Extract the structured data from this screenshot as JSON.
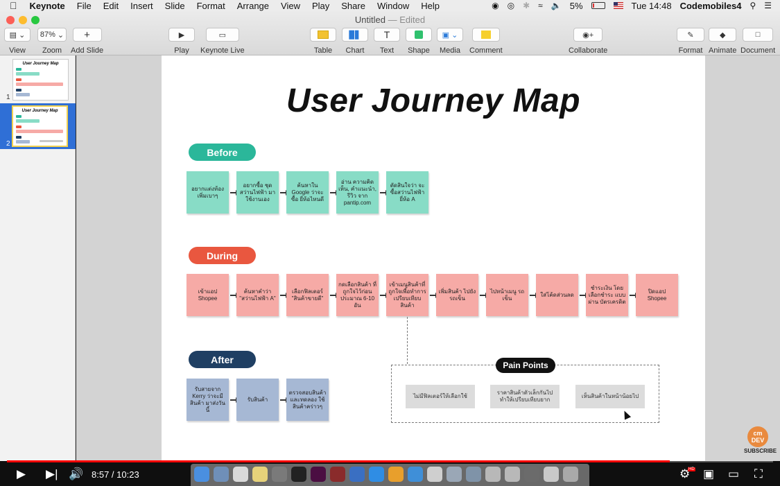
{
  "menubar": {
    "app": "Keynote",
    "items": [
      "File",
      "Edit",
      "Insert",
      "Slide",
      "Format",
      "Arrange",
      "View",
      "Play",
      "Share",
      "Window",
      "Help"
    ],
    "battery": "5%",
    "clock": "Tue 14:48",
    "user": "Codemobiles4"
  },
  "window": {
    "title": "Untitled",
    "status": "— Edited"
  },
  "toolbar": {
    "view": "View",
    "zoom_value": "87%",
    "zoom": "Zoom",
    "add_slide": "Add Slide",
    "play": "Play",
    "keynote_live": "Keynote Live",
    "table": "Table",
    "chart": "Chart",
    "text": "Text",
    "shape": "Shape",
    "media": "Media",
    "comment": "Comment",
    "collaborate": "Collaborate",
    "format": "Format",
    "animate": "Animate",
    "document": "Document"
  },
  "sidebar": {
    "slides": [
      {
        "num": "1",
        "title": "User Journey Map"
      },
      {
        "num": "2",
        "title": "User Journey Map"
      }
    ]
  },
  "slide": {
    "title": "User Journey Map",
    "before": {
      "label": "Before",
      "steps": [
        "อยากแต่งห้อง เพิ่มเบาๆ",
        "อยากซื้อ ชุดสว่านไฟฟ้า มาใช้งานเอง",
        "ค้นหาใน Google ว่าจะซื้อ ยี่ห้อไหนดี",
        "อ่าน ความคิดเห็น, คำแนะนำ, รีวิว จาก pantip.com",
        "ตัดสินใจว่า จะซื้อสว่านไฟฟ้า ยี่ห้อ A"
      ]
    },
    "during": {
      "label": "During",
      "steps": [
        "เข้าแอป Shopee",
        "ค้นหาคำว่า \"สว่านไฟฟ้า A\"",
        "เลือกฟิลเตอร์ \"สินค้าขายดี\"",
        "กดเลือกสินค้า ที่ถูกใจไว้ก่อน ประมาณ 6-10 อัน",
        "เข้าเมนูสินค้าที่ ถูกใจเพื่อทำการ เปรียบเทียบ สินค้า",
        "เพิ่มสินค้า ไปยังรถเข็น",
        "ไปหน้าเมนู รถเข็น",
        "ใส่โค้ดส่วนลด",
        "ชำระเงิน โดยเลือกชำระ แบบผ่าน บัตรเครดิต",
        "ปิดแอป Shopee"
      ]
    },
    "after": {
      "label": "After",
      "steps": [
        "รับสายจาก Kerry ว่าจะมีสินค้า มาส่งวันนี้",
        "รับสินค้า",
        "ตรวจสอบสินค้า และทดลอง ใช้สินค้าคร่าวๆ"
      ]
    },
    "pain_points": {
      "label": "Pain Points",
      "items": [
        "ไม่มีฟิลเตอร์ให้เลือกใช้",
        "ราคาสินค้าตัวเล็กกันไป ทำให้เปรียบเทียบยาก",
        "เห็นสินค้าในหน้าน้อยไป"
      ]
    }
  },
  "colors": {
    "before": "#2bb79a",
    "during": "#e9573f",
    "after": "#1f3f63",
    "accent": "#ff0000"
  },
  "player": {
    "time": "8:57 / 10:23",
    "progress": 0.865
  },
  "watermark": {
    "logo": "cm DEV",
    "subscribe": "SUBSCRIBE"
  }
}
